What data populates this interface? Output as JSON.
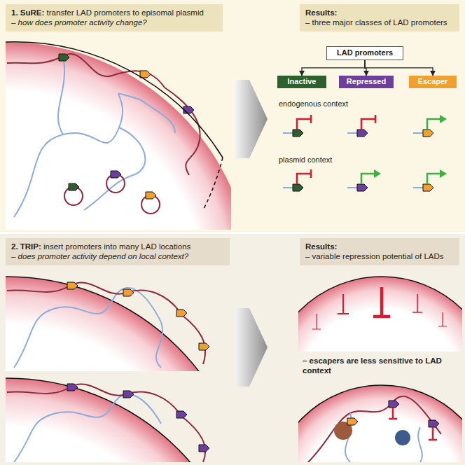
{
  "diagram": {
    "nodes": [
      {
        "text": [
          "1. SuRE: transfer LAD promoters to episomal plasmid",
          "– how does promoter activity change?"
        ]
      },
      {
        "text": [
          "Results:",
          "– three major classes of LAD promoters"
        ]
      },
      {
        "text": [
          "LAD promoters"
        ]
      },
      {
        "text": [
          "Inactive"
        ]
      },
      {
        "text": [
          "Repressed"
        ]
      },
      {
        "text": [
          "Escaper"
        ]
      },
      {
        "text": [
          "2. TRIP: insert promoters into many LAD locations",
          "– does promoter activity depend on local context?"
        ]
      },
      {
        "text": [
          "Results:",
          "– variable repression potential of LADs"
        ]
      }
    ],
    "edges": [
      {
        "from": 2,
        "to": 3,
        "arrow": "to"
      },
      {
        "from": 2,
        "to": 4,
        "arrow": "to"
      },
      {
        "from": 2,
        "to": 5,
        "arrow": "to"
      }
    ],
    "labels": [
      "endogenous context",
      "plasmid context",
      "– escapers are less sensitive to LAD context"
    ]
  }
}
